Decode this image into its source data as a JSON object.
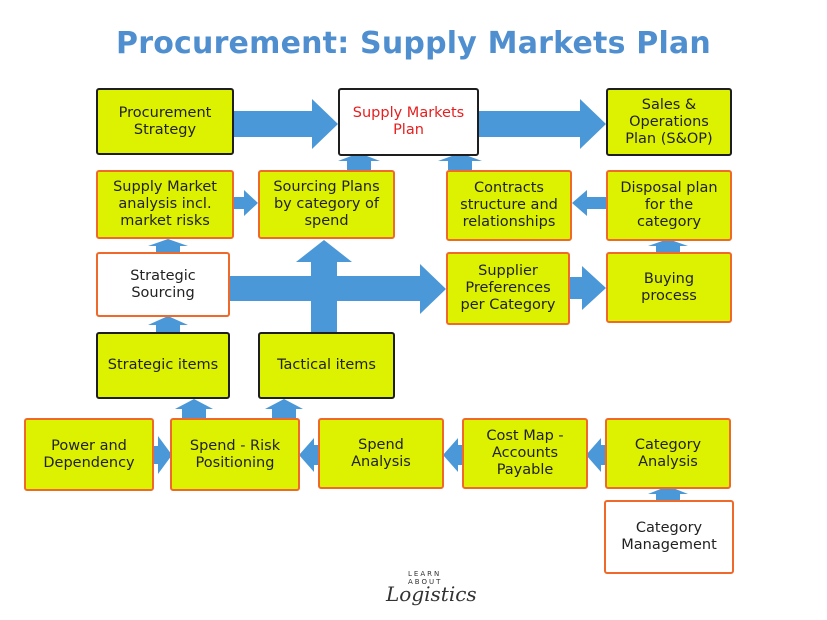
{
  "title": "Procurement: Supply Markets Plan",
  "boxes": {
    "procurement_strategy": "Procurement\nStrategy",
    "supply_markets_plan": "Supply Markets\nPlan",
    "sales_operations_plan": "Sales &\nOperations\nPlan (S&OP)",
    "supply_market_analysis": "Supply Market\nanalysis incl.\nmarket risks",
    "sourcing_plans": "Sourcing Plans\nby category of\nspend",
    "contracts_structure": "Contracts\nstructure and\nrelationships",
    "disposal_plan": "Disposal plan\nfor the\ncategory",
    "strategic_sourcing": "Strategic\nSourcing",
    "supplier_preferences": "Supplier\nPreferences\nper Category",
    "buying_process": "Buying\nprocess",
    "strategic_items": "Strategic items",
    "tactical_items": "Tactical items",
    "power_dependency": "Power and\nDependency",
    "spend_risk_positioning": "Spend - Risk\nPositioning",
    "spend_analysis": "Spend\nAnalysis",
    "cost_map": "Cost Map -\nAccounts\nPayable",
    "category_analysis": "Category\nAnalysis",
    "category_management": "Category\nManagement"
  },
  "logo": {
    "small_text": "LEARN ABOUT",
    "main_text": "Logistics"
  },
  "colors": {
    "title": "#4f8fcf",
    "box_fill": "#ddf200",
    "border_dark": "#1e1e1e",
    "border_orange": "#ef6a2a",
    "arrow": "#4a98d8",
    "highlight_text": "#e51f1f"
  }
}
